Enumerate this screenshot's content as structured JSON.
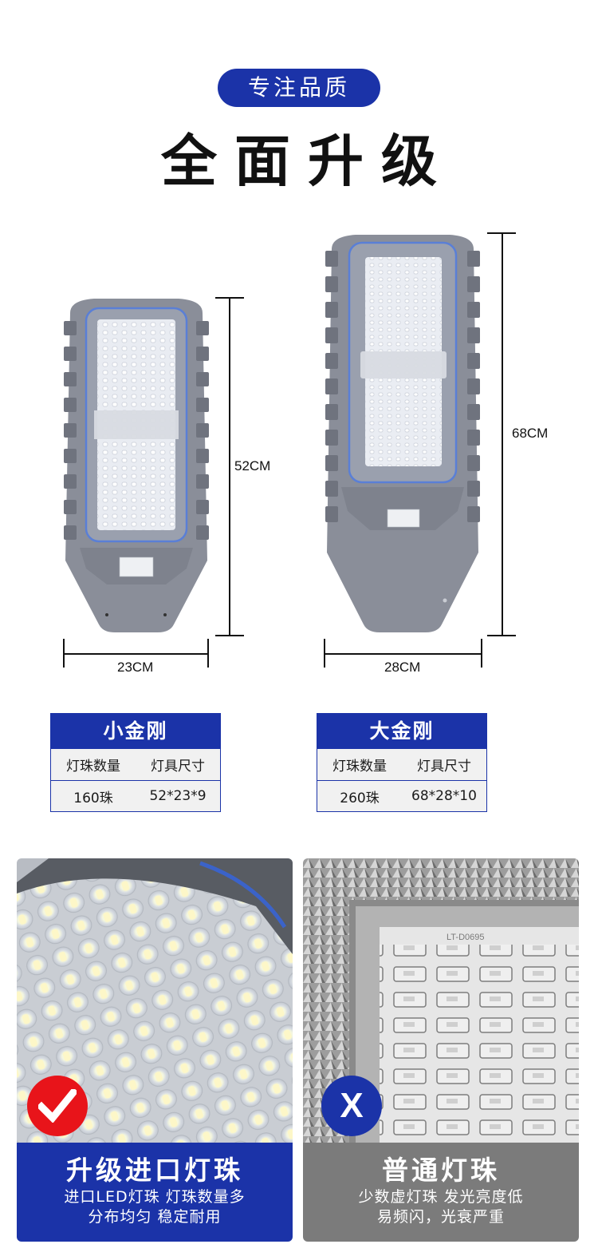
{
  "header": {
    "tag_label": "专注品质",
    "headline": "全面升级"
  },
  "products": [
    {
      "name": "小金刚",
      "height_label": "52CM",
      "width_label": "23CM",
      "table": {
        "headers": [
          "灯珠数量",
          "灯具尺寸"
        ],
        "values": [
          "160珠",
          "52*23*9"
        ]
      }
    },
    {
      "name": "大金刚",
      "height_label": "68CM",
      "width_label": "28CM",
      "table": {
        "headers": [
          "灯珠数量",
          "灯具尺寸"
        ],
        "values": [
          "260珠",
          "68*28*10"
        ]
      }
    }
  ],
  "comparison": {
    "good": {
      "badge_icon": "checkmark-icon",
      "title": "升级进口灯珠",
      "line1": "进口LED灯珠 灯珠数量多",
      "line2": "分布均匀 稳定耐用"
    },
    "bad": {
      "badge_icon": "x-icon",
      "badge_text": "X",
      "chip_label": "LT-D0695",
      "title": "普通灯珠",
      "line1": "少数虚灯珠 发光亮度低",
      "line2": "易频闪，光衰严重"
    }
  },
  "colors": {
    "brand_blue": "#1b33a8",
    "check_red": "#e8141a",
    "gray_caption": "#7b7b7b",
    "lamp_gray": "#8a8e99"
  }
}
